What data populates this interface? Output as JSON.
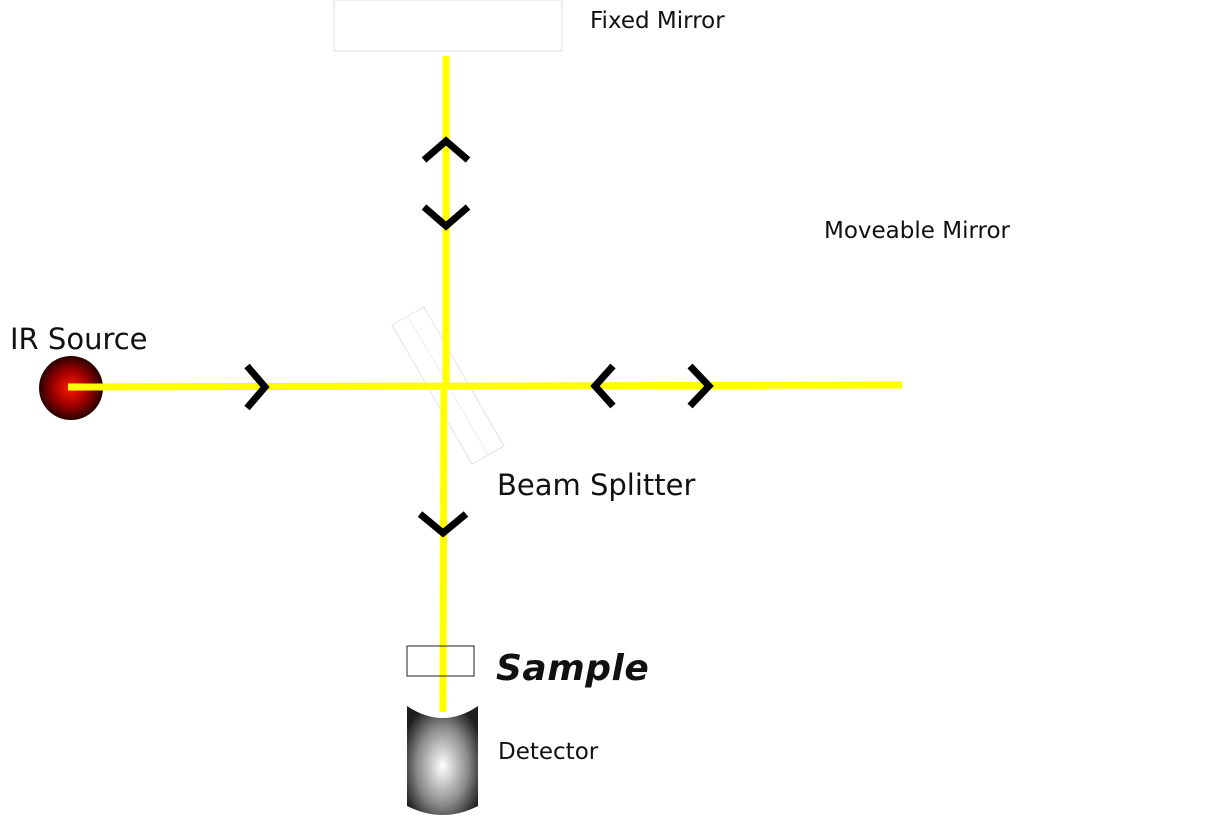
{
  "labels": {
    "fixed_mirror": "Fixed Mirror",
    "moveable_mirror": "Moveable Mirror",
    "ir_source": "IR Source",
    "beam_splitter": "Beam Splitter",
    "sample": "Sample",
    "detector": "Detector"
  },
  "colors": {
    "beam": "#ffff00",
    "arrow": "#000000",
    "source_core": "#ff1a00",
    "source_edge": "#3a0000",
    "detector_core": "#ffffff",
    "detector_edge": "#222222"
  },
  "icons": {
    "direction_marker": "chevron-icon",
    "source": "ir-source-icon",
    "detector": "detector-icon"
  }
}
